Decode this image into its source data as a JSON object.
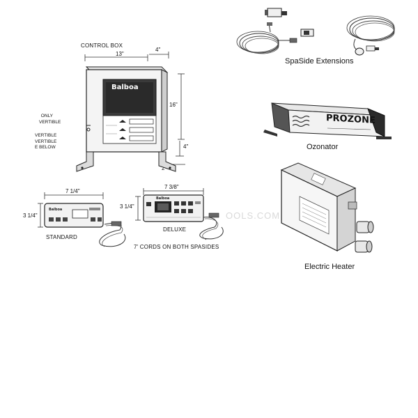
{
  "labels": {
    "control_box": "CONTROL BOX",
    "standard": "STANDARD",
    "deluxe": "DELUXE",
    "cords_note": "7' CORDS ON BOTH SPASIDES",
    "spaside_extensions": "SpaSide Extensions",
    "ozonator": "Ozonator",
    "electric_heater": "Electric Heater",
    "brand": "Balboa",
    "ozonator_brand": "PROZONE"
  },
  "dimensions": {
    "box_width": "13\"",
    "box_depth_top": "4\"",
    "box_height": "16\"",
    "box_depth_side": "4\"",
    "box_foot": "2\"",
    "std_width": "7 1/4\"",
    "std_height": "3 1/4\"",
    "dlx_width": "7 3/8\"",
    "dlx_height": "3 1/4\""
  },
  "cutoff_text": {
    "line1": "ONLY",
    "line2": "VERTIBLE",
    "line3": "VERTIBLE",
    "line4": "VERTIBLE",
    "line5": "E BELOW"
  },
  "watermark": "OOLS.COM"
}
